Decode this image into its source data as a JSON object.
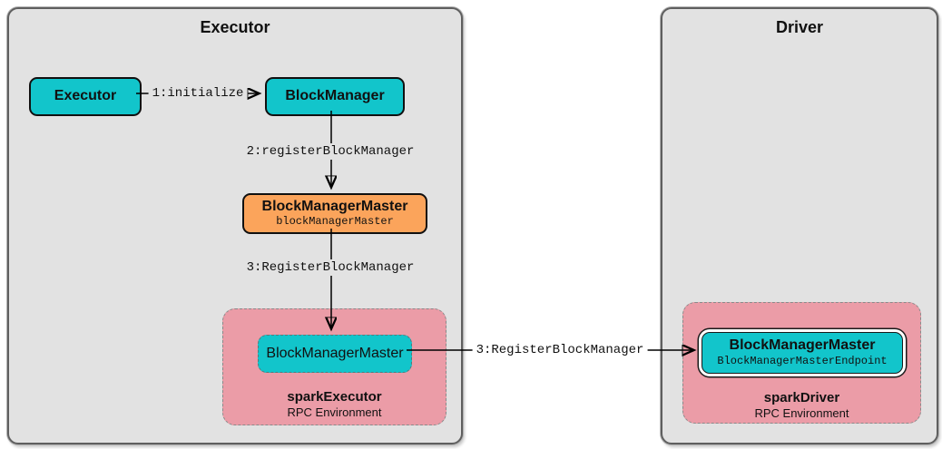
{
  "colors": {
    "teal": "#12c5cb",
    "orange": "#fba45b",
    "pink": "#eb9ca7",
    "container-bg": "#e2e2e2"
  },
  "executor": {
    "title": "Executor",
    "executor_node": {
      "label": "Executor"
    },
    "block_manager_node": {
      "label": "BlockManager"
    },
    "block_manager_master_node": {
      "label": "BlockManagerMaster",
      "sublabel": "blockManagerMaster"
    },
    "rpc_env": {
      "endpoint_label": "BlockManagerMaster",
      "name": "sparkExecutor",
      "subtitle": "RPC Environment"
    },
    "edge_initialize": "1:initialize",
    "edge_register": "2:registerBlockManager",
    "edge_register_message": "3:RegisterBlockManager"
  },
  "driver": {
    "title": "Driver",
    "rpc_env": {
      "endpoint_label": "BlockManagerMaster",
      "endpoint_sublabel": "BlockManagerMasterEndpoint",
      "name": "sparkDriver",
      "subtitle": "RPC Environment"
    }
  },
  "cross_edge_label": "3:RegisterBlockManager"
}
